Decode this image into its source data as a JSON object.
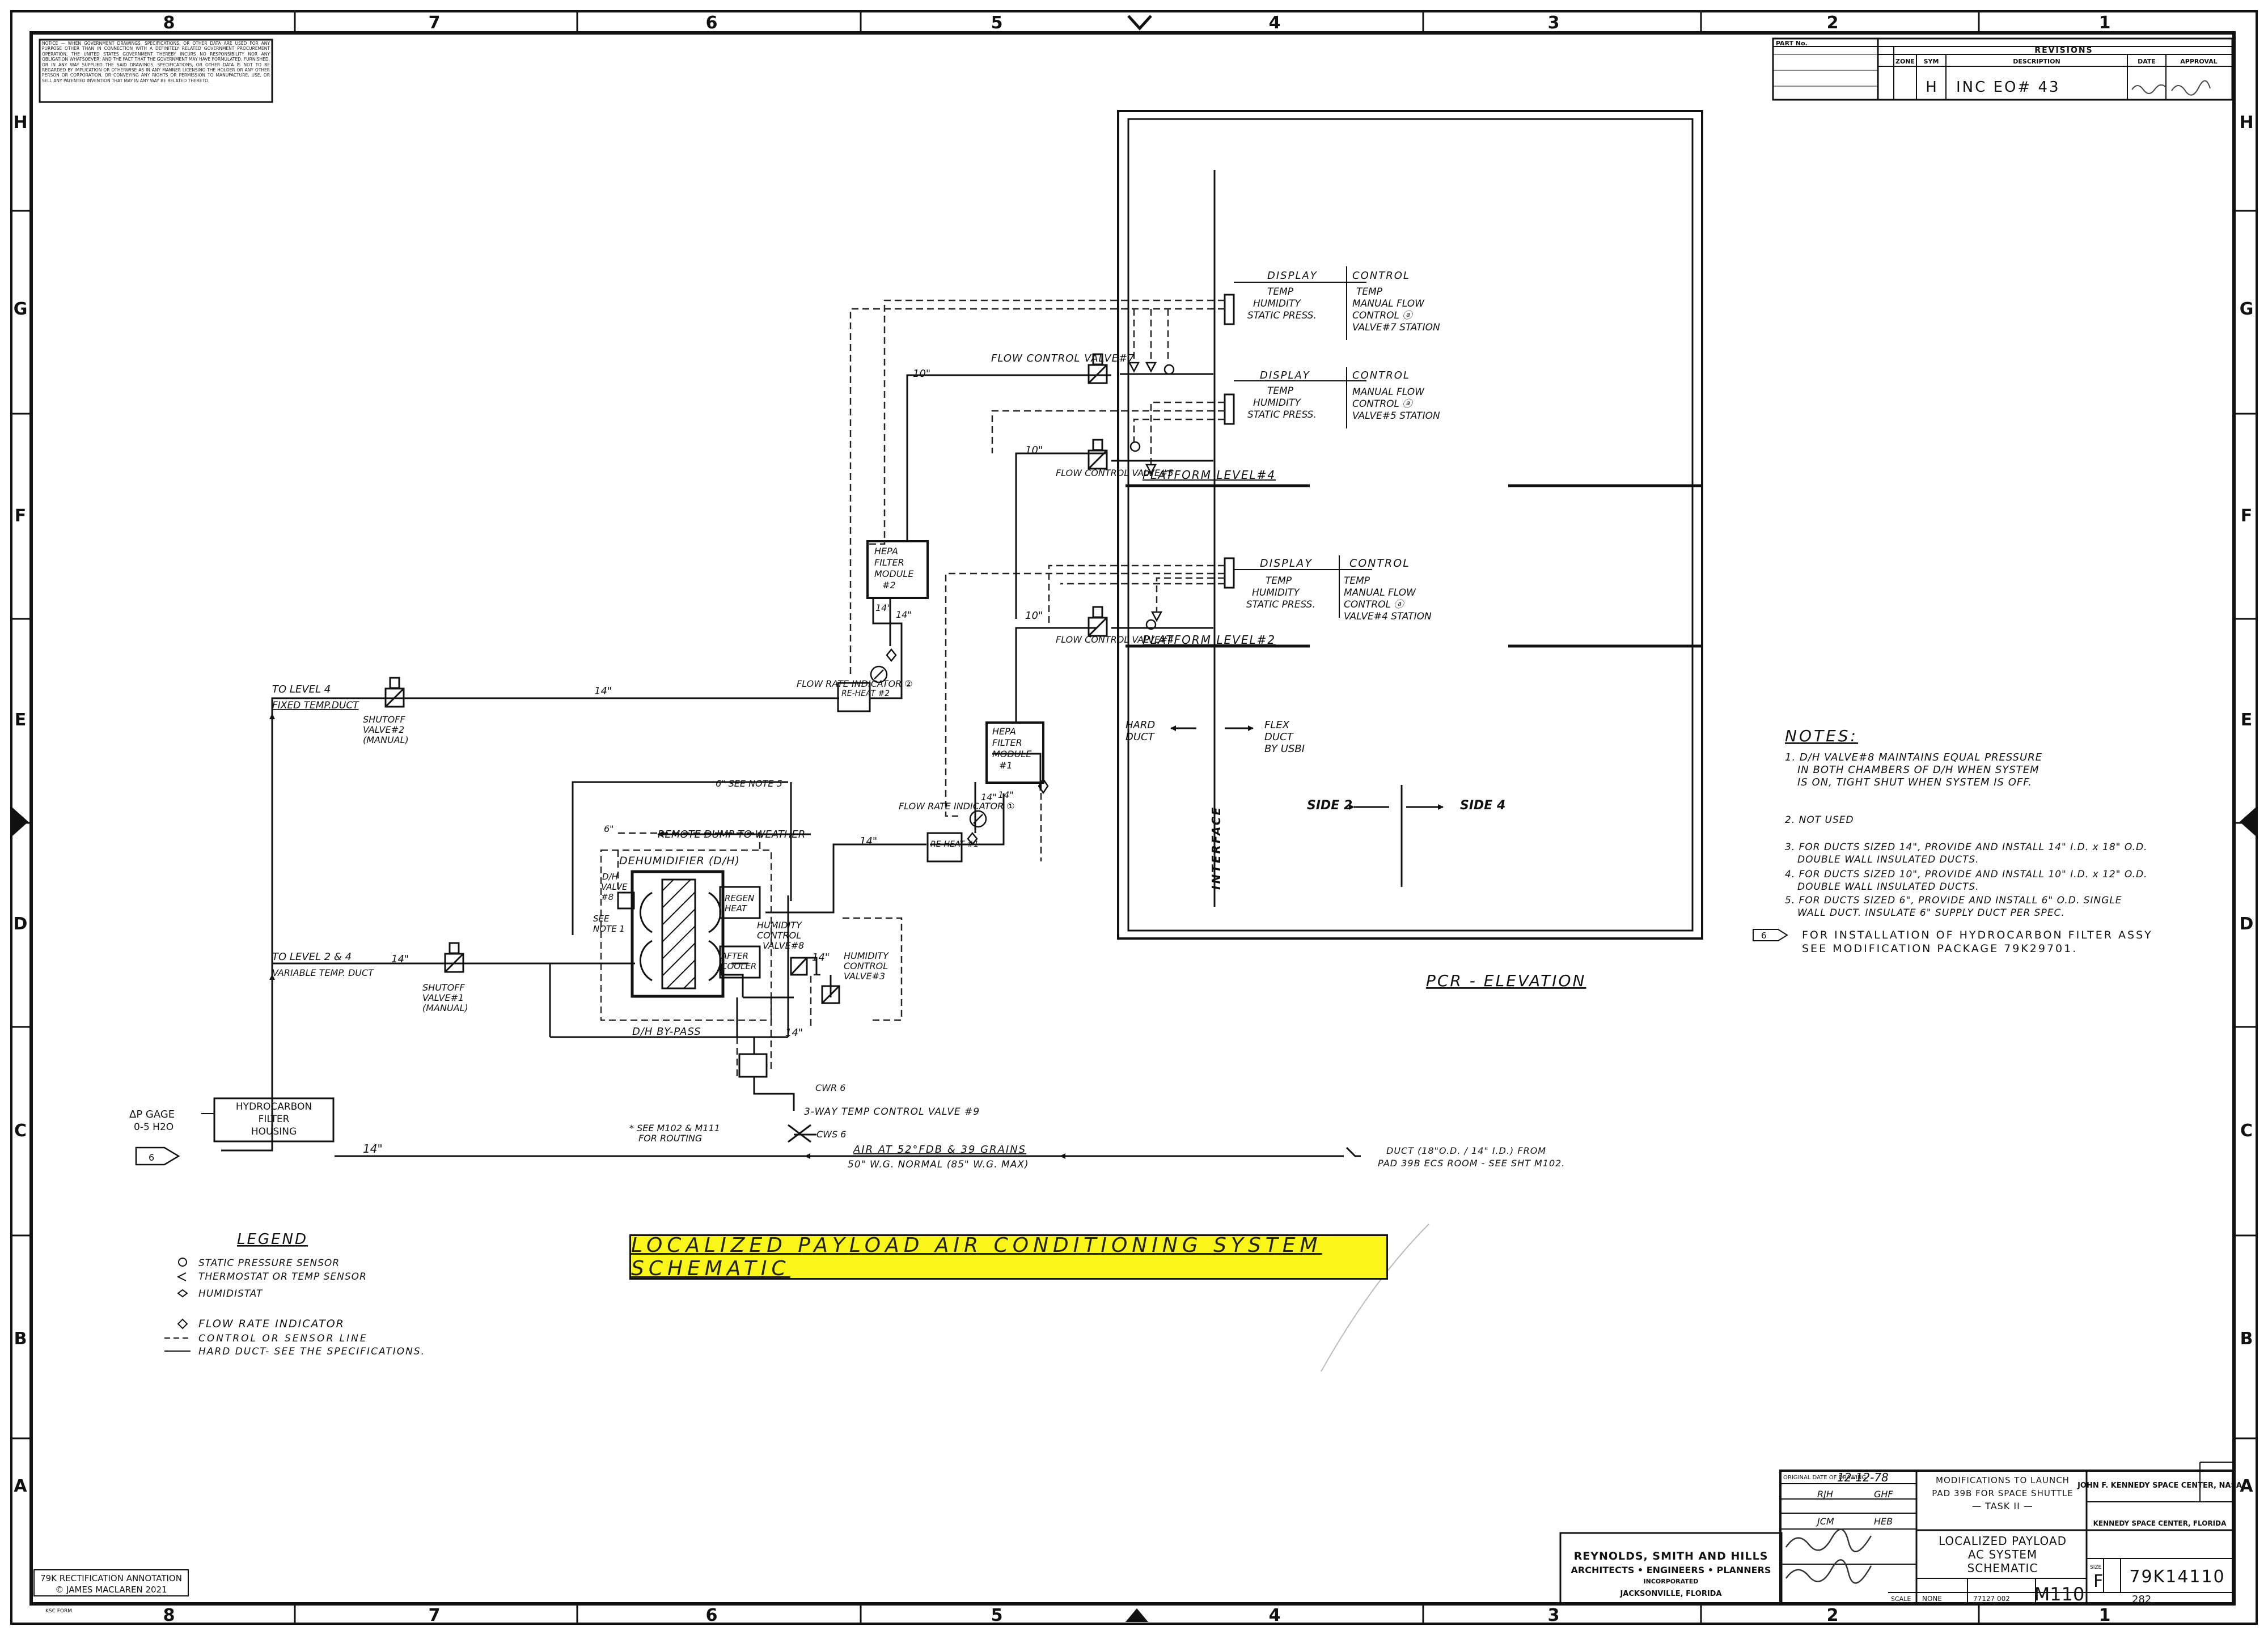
{
  "border": {
    "cols": [
      "8",
      "7",
      "6",
      "5",
      "4",
      "3",
      "2",
      "1"
    ],
    "rows": [
      "H",
      "G",
      "F",
      "E",
      "D",
      "C",
      "B",
      "A"
    ]
  },
  "notice": "NOTICE — WHEN GOVERNMENT DRAWINGS, SPECIFICATIONS, OR OTHER DATA ARE USED FOR ANY PURPOSE OTHER THAN IN CONNECTION WITH A DEFINITELY RELATED GOVERNMENT PROCUREMENT OPERATION, THE UNITED STATES GOVERNMENT THEREBY INCURS NO RESPONSIBILITY NOR ANY OBLIGATION WHATSOEVER; AND THE FACT THAT THE GOVERNMENT MAY HAVE FORMULATED, FURNISHED, OR IN ANY WAY SUPPLIED THE SAID DRAWINGS, SPECIFICATIONS, OR OTHER DATA IS NOT TO BE REGARDED BY IMPLICATION OR OTHERWISE AS IN ANY MANNER LICENSING THE HOLDER OR ANY OTHER PERSON OR CORPORATION, OR CONVEYING ANY RIGHTS OR PERMISSION TO MANUFACTURE, USE, OR SELL ANY PATENTED INVENTION THAT MAY IN ANY WAY BE RELATED THERETO.",
  "revisions": {
    "part_no": "PART No.",
    "title": "REVISIONS",
    "headers": [
      "ZONE",
      "SYM",
      "DESCRIPTION",
      "DATE",
      "APPROVAL"
    ],
    "row": {
      "sym": "H",
      "description": "INC EO# 43"
    }
  },
  "panel": {
    "display": "DISPLAY",
    "control": "CONTROL",
    "display_items": [
      "TEMP",
      "HUMIDITY",
      "STATIC PRESS."
    ],
    "row1_control": [
      "TEMP",
      "MANUAL FLOW",
      "CONTROL ⓐ",
      "VALVE#7 STATION"
    ],
    "row2_control": [
      "MANUAL FLOW",
      "CONTROL ⓐ",
      "VALVE#5 STATION"
    ],
    "row3_control": [
      "TEMP",
      "MANUAL FLOW",
      "CONTROL ⓐ",
      "VALVE#4 STATION"
    ]
  },
  "labels": {
    "flow_control_7": "FLOW CONTROL VALVE#7",
    "flow_control_5": "FLOW CONTROL VALVE#5",
    "flow_control_4": "FLOW CONTROL VALVE#4",
    "platform_4": "PLATFORM LEVEL#4",
    "platform_2": "PLATFORM LEVEL#2",
    "hepa_2": [
      "HEPA",
      "FILTER",
      "MODULE",
      "#2"
    ],
    "hepa_1": [
      "HEPA",
      "FILTER",
      "MODULE",
      "#1"
    ],
    "flow_rate_indicator_2": "FLOW RATE INDICATOR ②",
    "flow_rate_indicator_1": "FLOW RATE INDICATOR ①",
    "reheat_2": "RE-HEAT #2",
    "reheat_1": "RE-HEAT #1",
    "to_level_4": "TO LEVEL 4",
    "fixed_temp_duct": "FIXED TEMP.DUCT",
    "shutoff_valve_2": [
      "SHUTOFF",
      "VALVE#2",
      "(MANUAL)"
    ],
    "shutoff_valve_1": [
      "SHUTOFF",
      "VALVE#1",
      "(MANUAL)"
    ],
    "to_level_24": "TO LEVEL 2 & 4",
    "variable_temp_duct": "VARIABLE TEMP. DUCT",
    "see_note_5": "6\" SEE NOTE 5",
    "remote_dump": "REMOTE DUMP TO WEATHER",
    "dehumidifier": "DEHUMIDIFIER (D/H)",
    "dh_valve": [
      "D/H",
      "VALVE",
      "#8"
    ],
    "see_note_1": [
      "SEE",
      "NOTE 1"
    ],
    "regen_heat": [
      "REGEN",
      "HEAT"
    ],
    "after_cooler": [
      "AFTER",
      "COOLER"
    ],
    "humidity_control_8": [
      "HUMIDITY",
      "CONTROL",
      "VALVE#8"
    ],
    "humidity_control_3": [
      "HUMIDITY",
      "CONTROL",
      "VALVE#3"
    ],
    "dh_bypass": "D/H BY-PASS",
    "cwr": "CWR 6",
    "cws": "CWS 6",
    "three_way": "3-WAY TEMP CONTROL VALVE #9",
    "see_routing": [
      "* SEE M102 & M111",
      "FOR ROUTING"
    ],
    "delta_p_gage": [
      "ΔP GAGE",
      "0-5 H2O"
    ],
    "hydrocarbon": [
      "HYDROCARBON",
      "FILTER",
      "HOUSING"
    ],
    "air_at": "AIR AT 52°FDB & 39 GRAINS",
    "wg_normal": "50\" W.G. NORMAL (85\" W.G. MAX)",
    "duct_from": [
      "DUCT (18\"O.D. / 14\" I.D.) FROM",
      "PAD 39B ECS ROOM - SEE SHT M102."
    ],
    "hard_duct": [
      "HARD",
      "DUCT"
    ],
    "flex_duct": [
      "FLEX",
      "DUCT",
      "BY USBI"
    ],
    "side_2": "SIDE 2",
    "side_4": "SIDE 4",
    "interface": "INTERFACE",
    "pcr_elevation": "PCR - ELEVATION",
    "size_14": "14\"",
    "size_10": "10\"",
    "size_6": "6\""
  },
  "notes": {
    "title": "NOTES:",
    "items": [
      [
        "1. D/H VALVE#8 MAINTAINS EQUAL PRESSURE",
        "IN BOTH CHAMBERS OF D/H WHEN SYSTEM",
        "IS ON, TIGHT SHUT WHEN SYSTEM IS OFF."
      ],
      [
        "2. NOT USED"
      ],
      [
        "3. FOR DUCTS SIZED 14\", PROVIDE AND INSTALL 14\" I.D. x 18\" O.D.",
        "DOUBLE WALL INSULATED DUCTS."
      ],
      [
        "4. FOR DUCTS SIZED 10\", PROVIDE AND INSTALL 10\" I.D. x 12\" O.D.",
        "DOUBLE WALL INSULATED DUCTS."
      ],
      [
        "5. FOR DUCTS SIZED 6\", PROVIDE AND INSTALL 6\" O.D. SINGLE",
        "WALL DUCT. INSULATE 6\" SUPPLY DUCT PER SPEC."
      ]
    ],
    "note6": [
      "FOR INSTALLATION OF HYDROCARBON FILTER ASSY",
      "SEE MODIFICATION PACKAGE 79K29701."
    ]
  },
  "legend": {
    "title": "LEGEND",
    "items": [
      "STATIC PRESSURE SENSOR",
      "THERMOSTAT OR TEMP SENSOR",
      "HUMIDISTAT",
      "FLOW RATE INDICATOR",
      "CONTROL OR SENSOR LINE",
      "HARD DUCT- SEE THE SPECIFICATIONS."
    ]
  },
  "main_title": "LOCALIZED PAYLOAD AIR CONDITIONING SYSTEM SCHEMATIC",
  "title_block": {
    "firm": [
      "REYNOLDS, SMITH AND HILLS",
      "ARCHITECTS • ENGINEERS • PLANNERS",
      "INCORPORATED",
      "JACKSONVILLE, FLORIDA"
    ],
    "original_date_label": "ORIGINAL DATE OF DRAWING",
    "original_date": "12-12-78",
    "drafted": "RJH",
    "checked": "GHF",
    "designed": "JCM",
    "checked2": "HEB",
    "project": [
      "MODIFICATIONS TO LAUNCH",
      "PAD 39B FOR SPACE SHUTTLE",
      "— TASK II —"
    ],
    "agency": "JOHN F. KENNEDY SPACE CENTER, NASA",
    "agency_loc": "KENNEDY SPACE CENTER, FLORIDA",
    "drawing_title": [
      "LOCALIZED PAYLOAD",
      "AC SYSTEM",
      "SCHEMATIC"
    ],
    "sheet": "M110",
    "size_label": "SIZE",
    "size": "F",
    "dwg_no": "79K14110",
    "sheet_no": "282",
    "scale_label": "SCALE",
    "scale": "NONE",
    "date_bottom": "77127 002"
  },
  "annotation": [
    "79K RECTIFICATION ANNOTATION",
    "© JAMES MACLAREN 2021"
  ],
  "ksc_form": "KSC FORM"
}
